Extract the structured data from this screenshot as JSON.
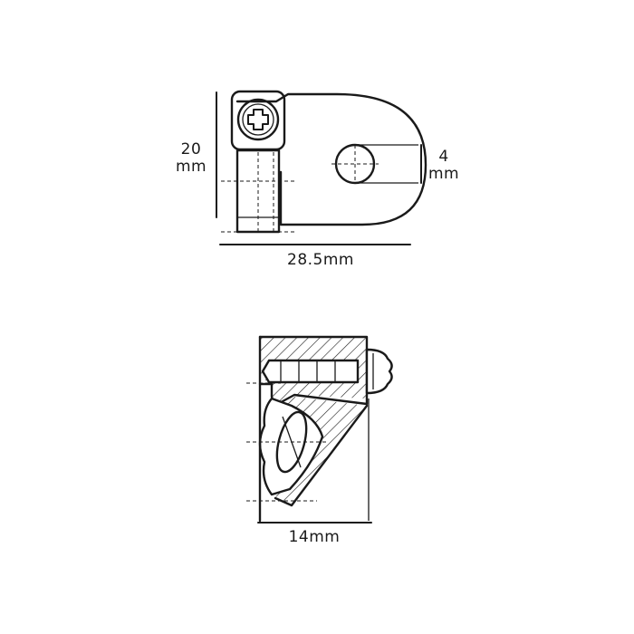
{
  "diagram": {
    "top_view": {
      "height_value": "20",
      "height_unit": "mm",
      "hole_value": "4",
      "hole_unit": "mm",
      "width_label": "28.5mm"
    },
    "side_view": {
      "depth_label": "14mm"
    },
    "colors": {
      "ink": "#1a1a1a",
      "background": "#ffffff"
    }
  }
}
